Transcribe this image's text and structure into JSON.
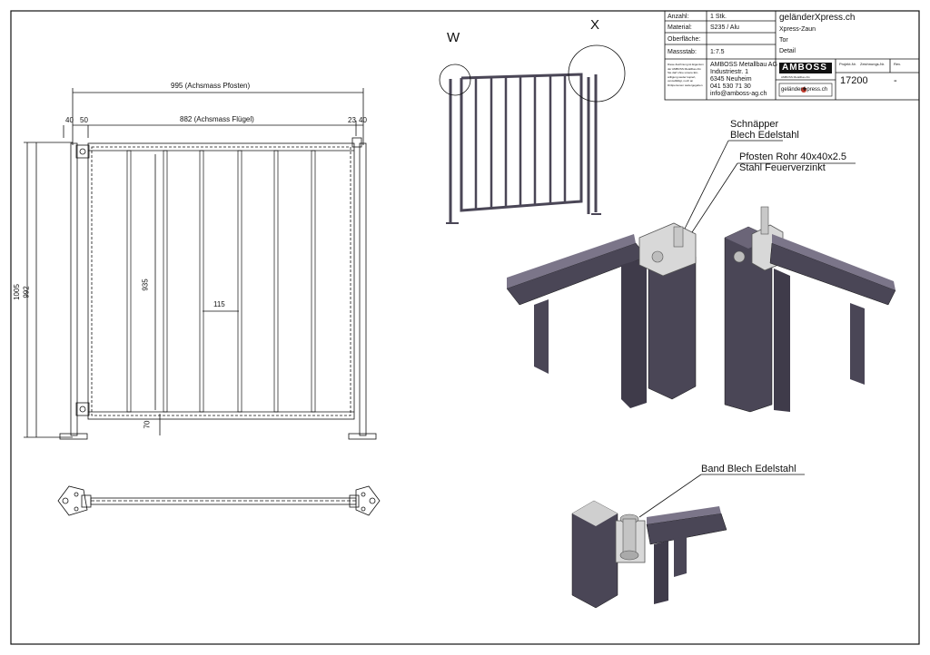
{
  "title_block": {
    "anzahl_label": "Anzahl:",
    "anzahl_value": "1 Stk.",
    "material_label": "Material:",
    "material_value": "S235 / Alu",
    "oberflaeche_label": "Oberfläche:",
    "oberflaeche_value": "",
    "massstab_label": "Massstab:",
    "massstab_value": "1:7.5",
    "company_name": "AMBOSS Metallbau AG",
    "street": "Industriestr. 1",
    "city": "6345 Neuheim",
    "phone": "041 530 71 30",
    "email": "info@amboss-ag.ch",
    "brand": "geländerXpress.ch",
    "line1": "Xpress-Zaun",
    "line2": "Tor",
    "line3": "Detail",
    "logo_text": "AMBOSS",
    "logo_sub": "AMBOSS Metallbau AG",
    "logo2_text": "geländer✚press.ch",
    "projekt_label": "Projekt-Nr.",
    "zeichnung_label": "Zeichnungs-Nr.",
    "rev_label": "Rev.",
    "projekt_value": "17200",
    "rev_value": "-"
  },
  "disclaimer_lines": [
    "Diese Zeichnung ist Eigentum",
    "der AMBOSS Metallbau AG",
    "Sie darf ohne unsere Ein-",
    "willigung weder kopiert,",
    "vervielfältigt, noch an",
    "Drittpersonen weitergegeben"
  ],
  "dimensions": {
    "overall_width": "995  (Achsmass Pfosten)",
    "leaf_width": "882  (Achsmass Flügel)",
    "left_a": "40",
    "left_b": "50",
    "right_a": "23",
    "right_b": "40",
    "height_total": "1005",
    "height_2": "992",
    "height_inner": "935",
    "bar_spacing": "115",
    "bottom_gap": "70"
  },
  "views": {
    "detail_w": "W",
    "detail_x": "X"
  },
  "callouts": {
    "latch_1": "Schnäpper",
    "latch_2": "Blech Edelstahl",
    "post_1": "Pfosten Rohr 40x40x2.5",
    "post_2": "Stahl Feuerverzinkt",
    "hinge": "Band Blech Edelstahl"
  },
  "colors": {
    "steel": "#4a4656",
    "steel_light": "#7b7589",
    "line": "#111111",
    "metal": "#d8d8d8"
  }
}
